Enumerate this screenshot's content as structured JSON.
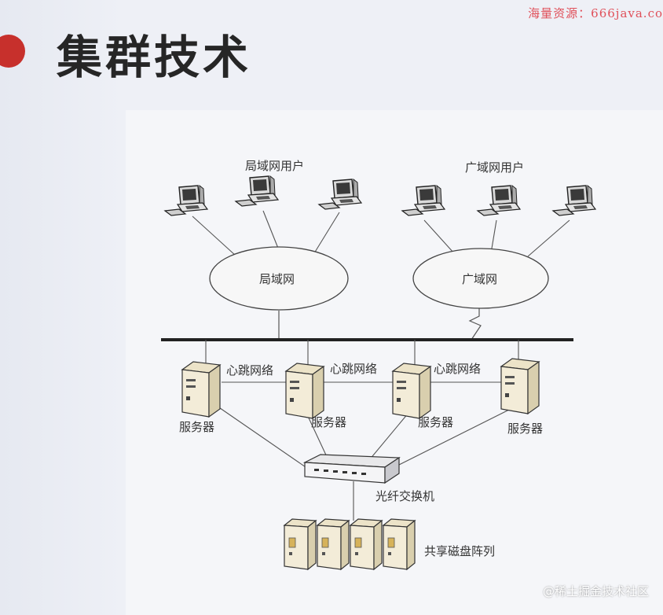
{
  "watermark_top": "海量资源：666java.co",
  "watermark_bottom": "@稀土掘金技术社区",
  "title": "集群技术",
  "diagram": {
    "lan_users_label": "局域网用户",
    "wan_users_label": "广域网用户",
    "lan_label": "局域网",
    "wan_label": "广域网",
    "heartbeat_labels": [
      "心跳网络",
      "心跳网络",
      "心跳网络"
    ],
    "server_labels": [
      "服务器",
      "服务器",
      "服务器",
      "服务器"
    ],
    "switch_label": "光纤交换机",
    "storage_label": "共享磁盘阵列"
  }
}
